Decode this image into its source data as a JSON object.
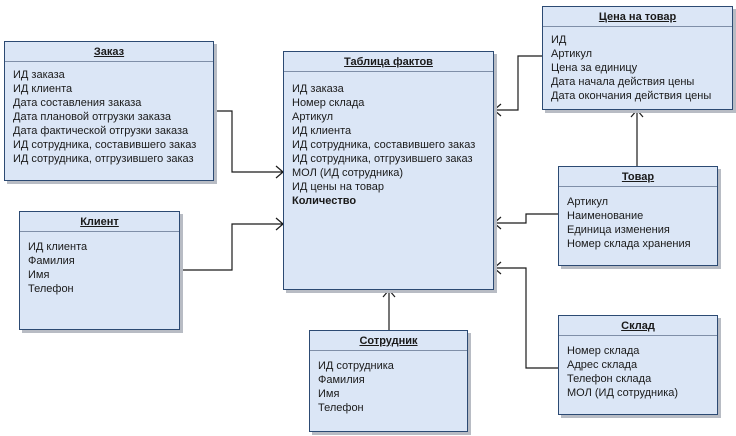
{
  "entities": {
    "order": {
      "title": "Заказ",
      "fields": [
        "ИД заказа",
        "ИД клиента",
        "Дата составления заказа",
        "Дата плановой отгрузки заказа",
        "Дата фактической отгрузки заказа",
        "ИД сотрудника, составившего заказ",
        "ИД сотрудника, отгрузившего заказ"
      ]
    },
    "facts": {
      "title": "Таблица фактов",
      "fields": [
        "ИД заказа",
        "Номер склада",
        "Артикул",
        "ИД клиента",
        "ИД сотрудника, составившего заказ",
        "ИД сотрудника, отгрузившего заказ",
        "МОЛ (ИД сотрудника)",
        "ИД цены на товар"
      ],
      "bold_field": "Количество"
    },
    "price": {
      "title": "Цена на товар",
      "fields": [
        "ИД",
        "Артикул",
        "Цена за единицу",
        "Дата начала действия цены",
        "Дата окончания действия цены"
      ]
    },
    "client": {
      "title": "Клиент",
      "fields": [
        "ИД клиента",
        "Фамилия",
        "Имя",
        "Телефон"
      ]
    },
    "product": {
      "title": "Товар",
      "fields": [
        "Артикул",
        "Наименование",
        "Единица изменения",
        "Номер склада хранения"
      ]
    },
    "employee": {
      "title": "Сотрудник",
      "fields": [
        "ИД сотрудника",
        "Фамилия",
        "Имя",
        "Телефон"
      ]
    },
    "warehouse": {
      "title": "Склад",
      "fields": [
        "Номер склада",
        "Адрес склада",
        "Телефон склада",
        "МОЛ (ИД сотрудника)"
      ]
    }
  },
  "colors": {
    "box_fill": "#dbe6f6",
    "box_border": "#2c4a73",
    "line": "#1a1a1a"
  }
}
